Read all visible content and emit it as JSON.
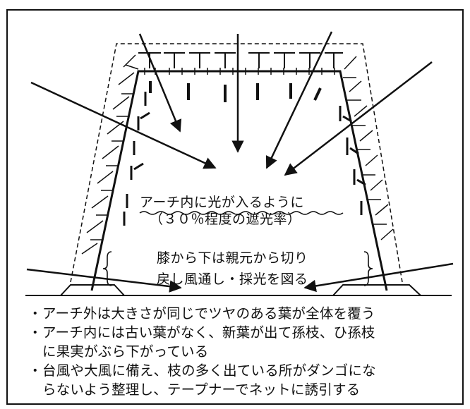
{
  "labels": {
    "arch_light": "アーチ内に光が入るように",
    "shading": "（３０％程度の遮光率）",
    "prune_line1": "膝から下は親元から切り",
    "prune_line2": "戻し風通し・採光を図る"
  },
  "notes": [
    {
      "bullet": "・",
      "text": "アーチ外は大きさが同じでツヤのある葉が全体を覆う"
    },
    {
      "bullet": "・",
      "text": "アーチ内には古い葉がなく、新葉が出て孫枝、ひ孫枝\nに果実がぶら下がっている"
    },
    {
      "bullet": "・",
      "text": "台風や大風に備え、枝の多く出ている所がダンゴにな\nらないよう整理し、テープナーでネットに誘引する"
    }
  ],
  "colors": {
    "ink": "#111111",
    "background": "#ffffff"
  }
}
